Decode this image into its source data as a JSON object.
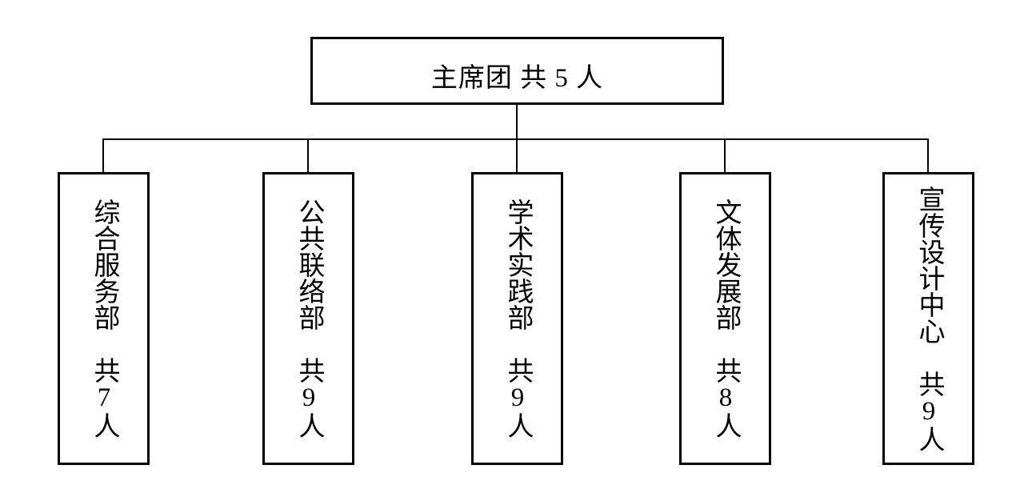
{
  "colors": {
    "background": "#ffffff",
    "line": "#000000",
    "text": "#000000"
  },
  "org_chart": {
    "root": {
      "name": "主席团",
      "total": 5,
      "label": "主席团 共 5 人"
    },
    "departments": [
      {
        "name": "综合服务部",
        "total": 7,
        "label": "综合服务部　共7人"
      },
      {
        "name": "公共联络部",
        "total": 9,
        "label": "公共联络部　共9人"
      },
      {
        "name": "学术实践部",
        "total": 9,
        "label": "学术实践部　共9人"
      },
      {
        "name": "文体发展部",
        "total": 8,
        "label": "文体发展部　共8人"
      },
      {
        "name": "宣传设计中心",
        "total": 9,
        "label": "宣传设计中心　共9人"
      }
    ]
  }
}
